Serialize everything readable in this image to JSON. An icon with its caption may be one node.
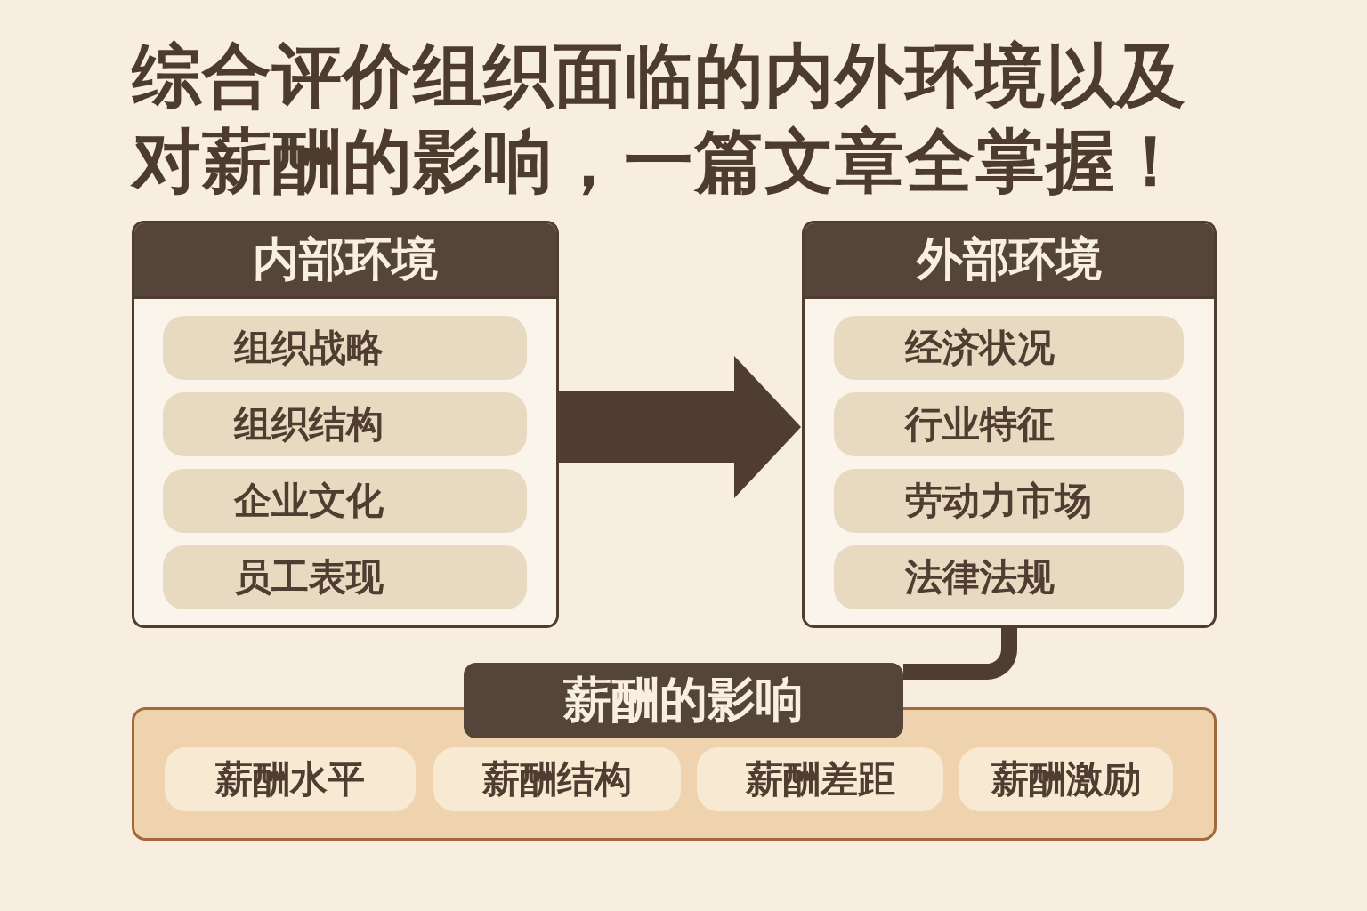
{
  "diagram": {
    "title": "综合评价组织面临的内外环境以及对薪酬的影响，一篇文章全掌握！",
    "nodes": [
      {
        "text": [
          "内部环境"
        ]
      },
      {
        "text": [
          "组织战略"
        ],
        "in": 0
      },
      {
        "text": [
          "组织结构"
        ],
        "in": 0
      },
      {
        "text": [
          "企业文化"
        ],
        "in": 0
      },
      {
        "text": [
          "员工表现"
        ],
        "in": 0
      },
      {
        "text": [
          "外部环境"
        ]
      },
      {
        "text": [
          "经济状况"
        ],
        "in": 5
      },
      {
        "text": [
          "行业特征"
        ],
        "in": 5
      },
      {
        "text": [
          "劳动力市场"
        ],
        "in": 5
      },
      {
        "text": [
          "法律法规"
        ],
        "in": 5
      },
      {
        "text": [
          "薪酬的影响"
        ]
      },
      {
        "text": [
          "薪酬水平"
        ],
        "in": 10
      },
      {
        "text": [
          "薪酬结构"
        ],
        "in": 10
      },
      {
        "text": [
          "薪酬差距"
        ],
        "in": 10
      },
      {
        "text": [
          "薪酬激励"
        ],
        "in": 10
      }
    ],
    "edges": [
      {
        "from": 0,
        "to": 5,
        "arrow": "to",
        "style": "thick"
      },
      {
        "from": 5,
        "to": 10,
        "arrow": "none"
      }
    ]
  }
}
